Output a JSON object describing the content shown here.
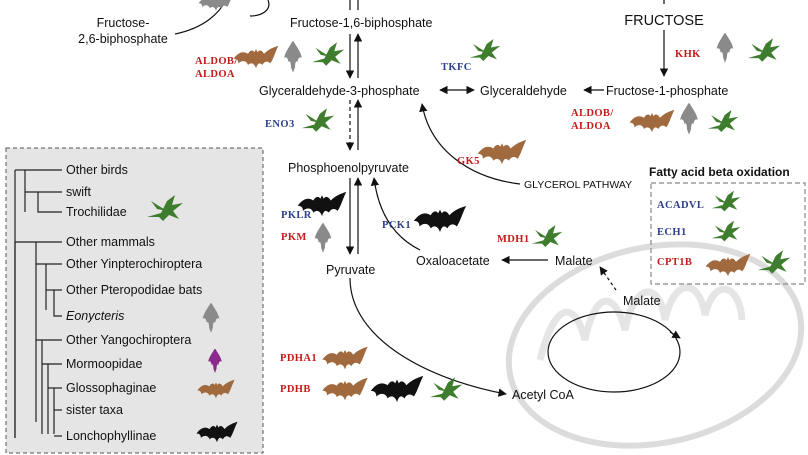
{
  "metabolites": {
    "f26bp_line1": "Fructose-",
    "f26bp_line2": "2,6-biphosphate",
    "f16bp": "Fructose-1,6-biphosphate",
    "fructose": "FRUCTOSE",
    "g3p": "Glyceraldehyde-3-phosphate",
    "glyceraldehyde": "Glyceraldehyde",
    "f1p": "Fructose-1-phosphate",
    "pep": "Phosphoenolpyruvate",
    "glycerol_pathway": "GLYCEROL PATHWAY",
    "oxaloacetate": "Oxaloacetate",
    "malate1": "Malate",
    "malate2": "Malate",
    "pyruvate": "Pyruvate",
    "acetylcoa": "Acetyl CoA"
  },
  "enzymes": {
    "aldob_aldoa_1_line1": "ALDOB/",
    "aldob_aldoa_1_line2": "ALDOA",
    "khk": "KHK",
    "tkfc": "TKFC",
    "aldob_aldoa_2_line1": "ALDOB/",
    "aldob_aldoa_2_line2": "ALDOA",
    "eno3": "ENO3",
    "gk5": "GK5",
    "pklr": "PKLR",
    "pkm": "PKM",
    "pck1": "PCK1",
    "mdh1": "MDH1",
    "pdha1": "PDHA1",
    "pdhb": "PDHB"
  },
  "fatty_acid_box": {
    "title": "Fatty acid beta oxidation",
    "acadvl": "ACADVL",
    "ech1": "ECH1",
    "cpt1b": "CPT1B"
  },
  "legend": {
    "taxa": [
      "Other birds",
      "swift",
      "Trochilidae",
      "Other mammals",
      "Other Yinpterochiroptera",
      "Other Pteropodidae bats",
      "Eonycteris",
      "Other Yangochiroptera",
      "Mormoopidae",
      "Glossophaginae",
      "sister taxa",
      "Lonchophyllinae"
    ]
  },
  "colors": {
    "red_label": "#c41a1a",
    "blue_label": "#2b3f8c",
    "hummingbird": "#3f7d2e",
    "glossophaginae_bat": "#a06a3e",
    "eonycteris_bat": "#8a8a8a",
    "lonchophyllinae_bat": "#111111",
    "mormoopidae_bat": "#8b2a8c",
    "legend_bg": "#e5e5e5"
  },
  "icons": [
    "hummingbird-icon",
    "bat-icon",
    "mitochondrion-icon"
  ]
}
